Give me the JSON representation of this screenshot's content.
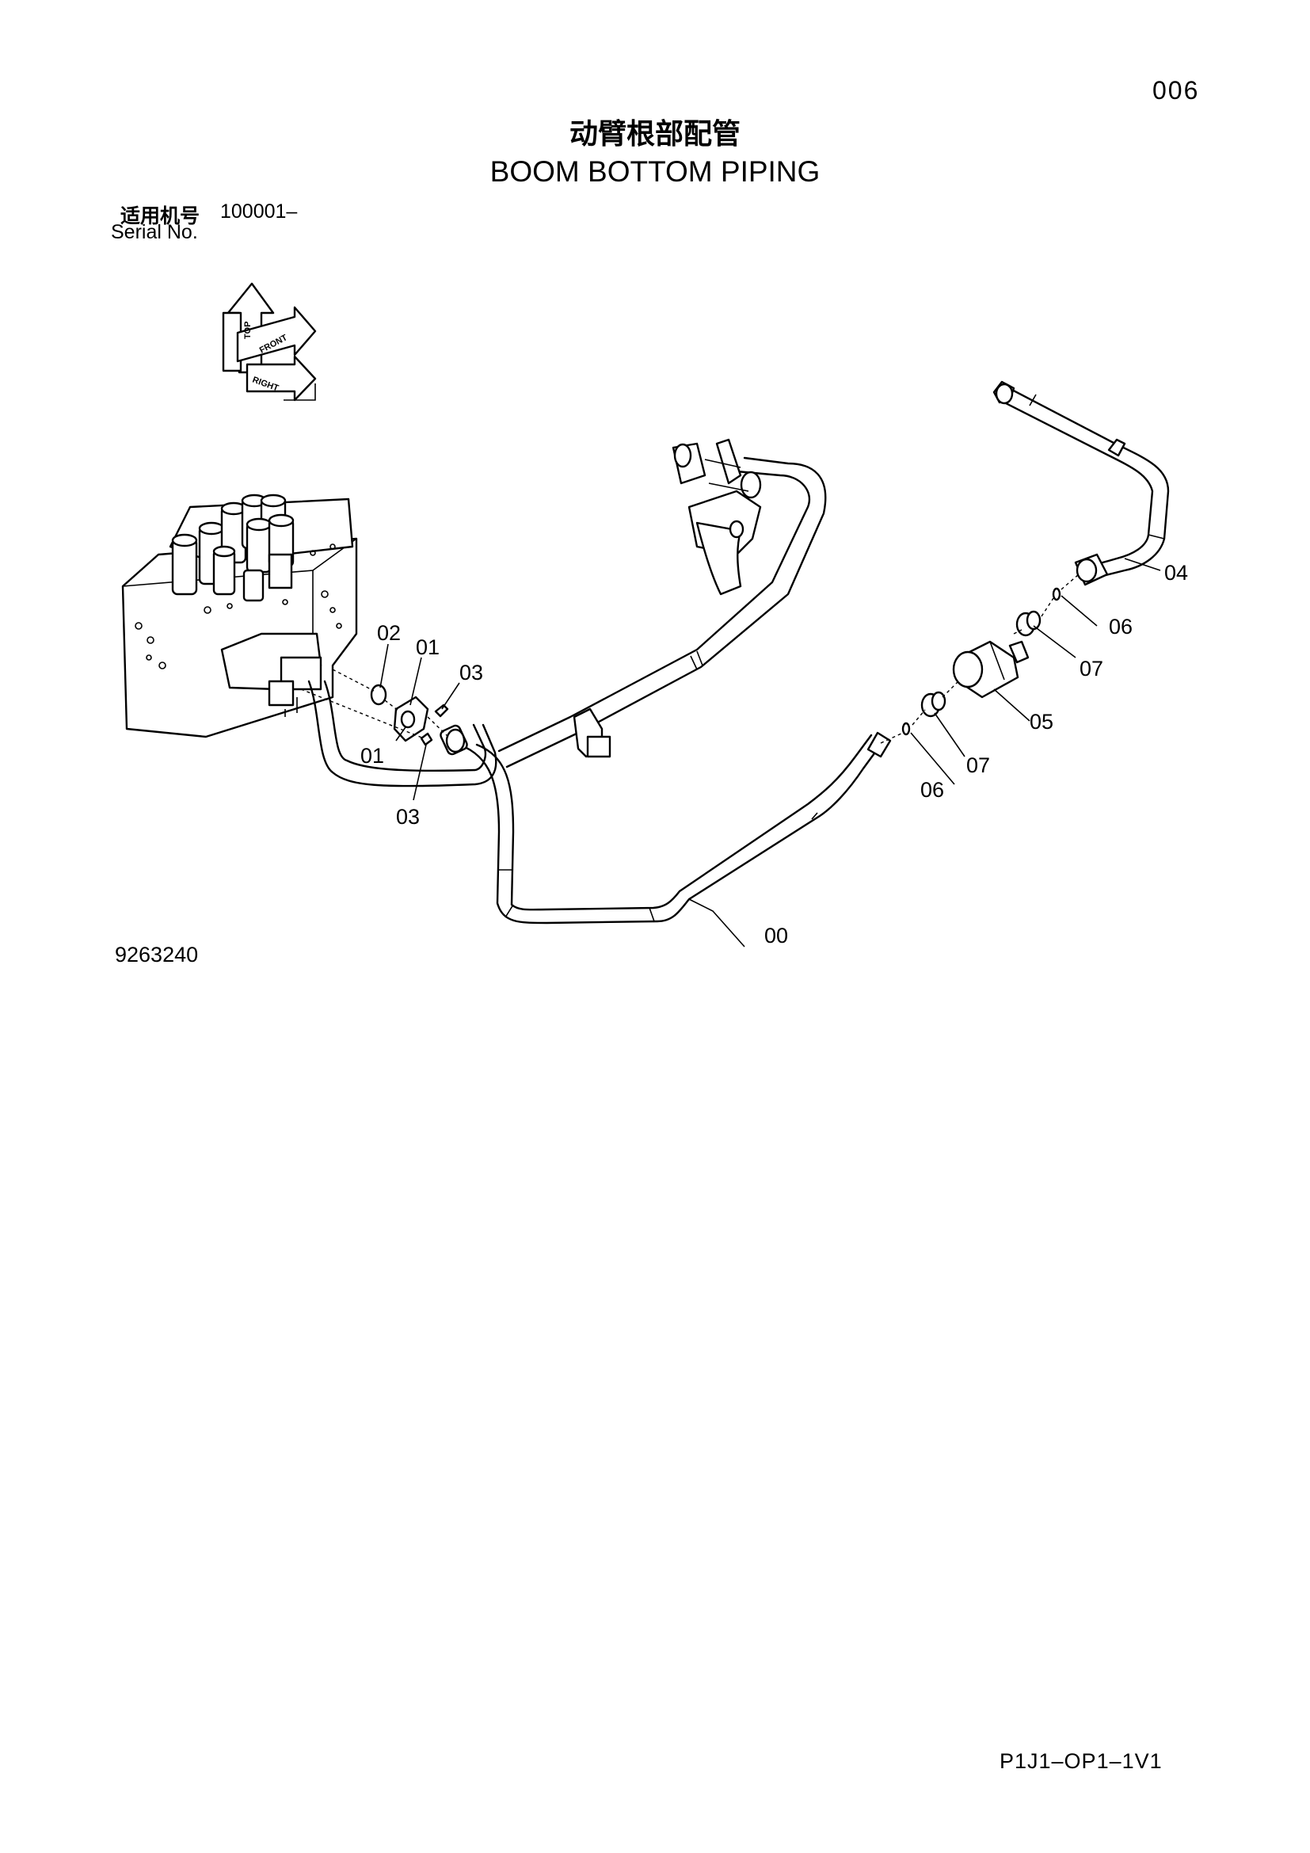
{
  "header": {
    "page_number": "006",
    "title_cn": "动臂根部配管",
    "title_en": "BOOM BOTTOM PIPING"
  },
  "serial": {
    "label_cn": "适用机号",
    "range": "100001–",
    "label_en": "Serial No."
  },
  "orientation_indicator": {
    "top": "TOP",
    "front": "FRONT",
    "right": "RIGHT"
  },
  "callouts": [
    {
      "id": "callout-00",
      "text": "00"
    },
    {
      "id": "callout-01a",
      "text": "01"
    },
    {
      "id": "callout-01b",
      "text": "01"
    },
    {
      "id": "callout-02",
      "text": "02"
    },
    {
      "id": "callout-03a",
      "text": "03"
    },
    {
      "id": "callout-03b",
      "text": "03"
    },
    {
      "id": "callout-04",
      "text": "04"
    },
    {
      "id": "callout-05",
      "text": "05"
    },
    {
      "id": "callout-06a",
      "text": "06"
    },
    {
      "id": "callout-06b",
      "text": "06"
    },
    {
      "id": "callout-07a",
      "text": "07"
    },
    {
      "id": "callout-07b",
      "text": "07"
    }
  ],
  "figure_number": "9263240",
  "page_code": "P1J1–OP1–1V1"
}
